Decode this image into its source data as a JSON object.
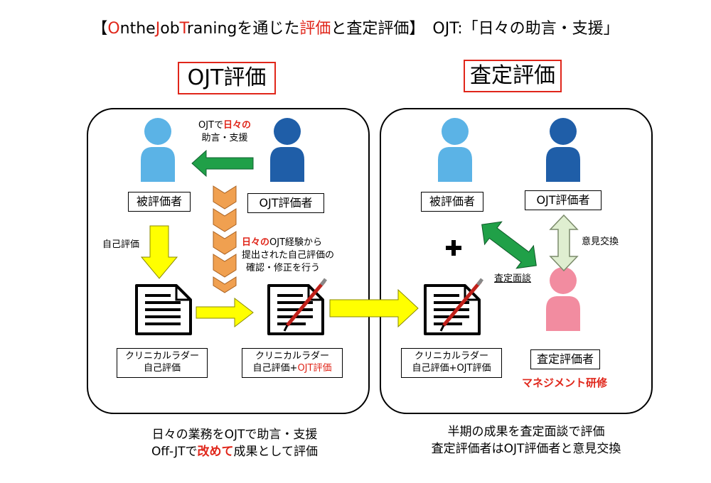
{
  "title": {
    "p1": "【",
    "p2": "O",
    "p3": "nthe",
    "p4": "J",
    "p5": "ob",
    "p6": "T",
    "p7": "raningを通じた",
    "p8": "評価",
    "p9": "と査定評価】　OJT:「日々の助言・支援」"
  },
  "left": {
    "header": "OJT評価",
    "evaluatee": "被評価者",
    "ojt_evaluator": "OJT評価者",
    "advice_line1_a": "OJTで",
    "advice_line1_b": "日々の",
    "advice_line2": "助言・支援",
    "self_eval_label": "自己評価",
    "confirm_a": "日々の",
    "confirm_b": "OJT経験から",
    "confirm_line2": "提出された自己評価の",
    "confirm_line3": "確認・修正を行う",
    "doc1_line1": "クリニカルラダー",
    "doc1_line2": "自己評価",
    "doc2_line1": "クリニカルラダー",
    "doc2_line2a": "自己評価+",
    "doc2_line2b": "OJT評価",
    "caption_line1": "日々の業務をOJTで助言・支援",
    "caption_line2a": "Off-JTで",
    "caption_line2b": "改めて",
    "caption_line2c": "成果として評価"
  },
  "right": {
    "header": "査定評価",
    "evaluatee": "被評価者",
    "ojt_evaluator": "OJT評価者",
    "opinion_exchange": "意見交換",
    "assessment_interview": "査定面談",
    "doc_line1": "クリニカルラダー",
    "doc_line2": "自己評価+OJT評価",
    "assessor": "査定評価者",
    "training": "マネジメント研修",
    "caption_line1": "半期の成果を査定面談で評価",
    "caption_line2": "査定評価者はOJT評価者と意見交換"
  },
  "colors": {
    "accent_red": "#e0261a",
    "light_blue_person": "#5bb3e6",
    "dark_blue_person": "#1f5ea8",
    "pink_person": "#f28ca0",
    "green_arrow": "#20a048",
    "yellow_arrow": "#ffff00",
    "orange_chevron": "#f0a050",
    "light_green_arrow": "#dfeed0"
  }
}
